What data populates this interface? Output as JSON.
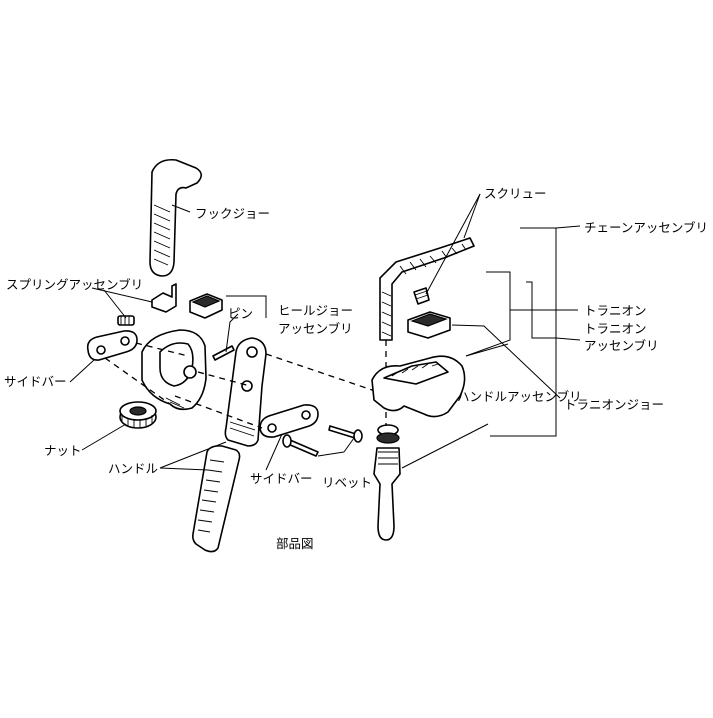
{
  "labels": {
    "hook_jaw": "フックジョー",
    "spring_assembly": "スプリングアッセンブリ",
    "pin": "ピン",
    "heel_jaw_assembly_line1": "ヒールジョー",
    "heel_jaw_assembly_line2": "アッセンブリ",
    "side_bar_left": "サイドバー",
    "nut": "ナット",
    "handle": "ハンドル",
    "side_bar_right": "サイドバー",
    "rivet": "リベット",
    "screw": "スクリュー",
    "chain_assembly": "チェーンアッセンブリ",
    "trunnion": "トラニオン",
    "trunnion_assembly_line1": "トラニオン",
    "trunnion_assembly_line2": "アッセンブリ",
    "handle_assembly": "ハンドルアッセンブリ",
    "trunnion_jaw": "トラニオンジョー",
    "caption": "部品図"
  }
}
